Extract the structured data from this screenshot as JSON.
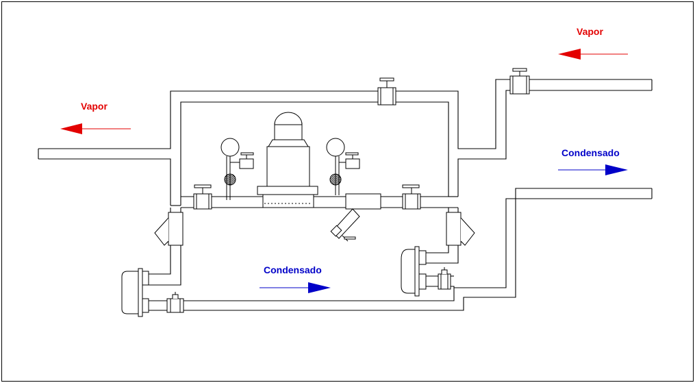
{
  "labels": {
    "vapor_left": "Vapor",
    "vapor_right": "Vapor",
    "condensado_bottom": "Condensado",
    "condensado_right": "Condensado"
  },
  "colors": {
    "vapor": "#e30000",
    "condensado": "#0000c8",
    "line": "#000000",
    "fill": "#ffffff",
    "component_fill": "#f2f2f2"
  }
}
